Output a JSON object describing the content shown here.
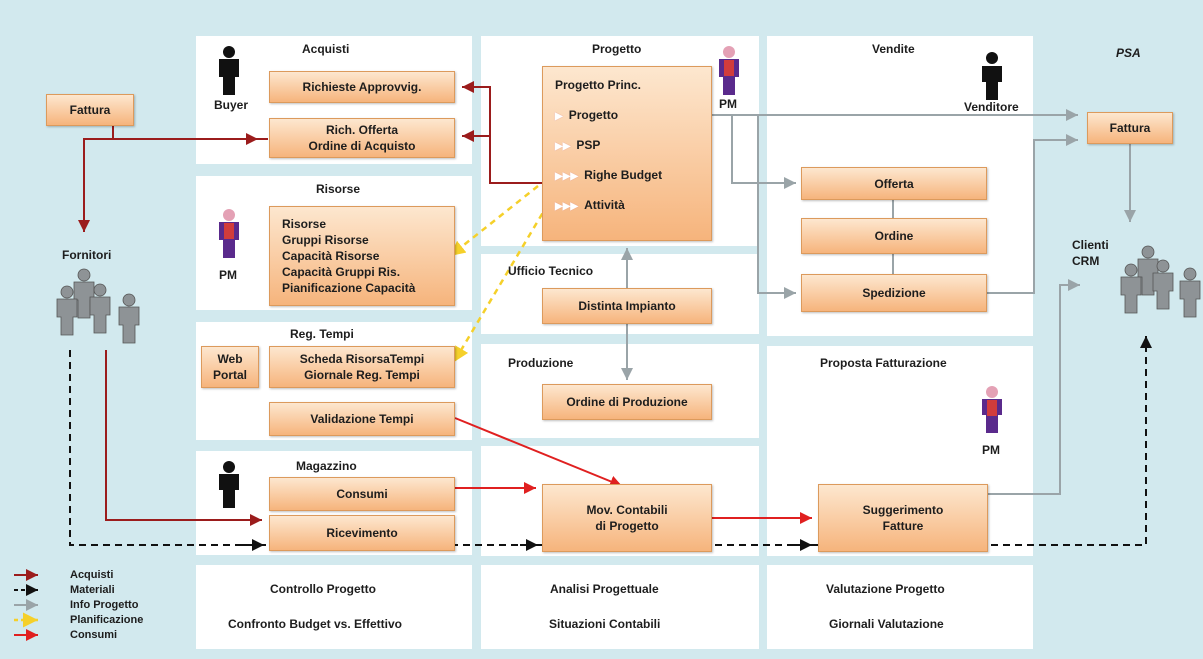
{
  "labels": {
    "psa": "PSA",
    "acquisti": "Acquisti",
    "buyer": "Buyer",
    "progetto": "Progetto",
    "pm": "PM",
    "vendite": "Vendite",
    "venditore": "Venditore",
    "risorse": "Risorse",
    "fornitori": "Fornitori",
    "clienti": "Clienti",
    "crm": "CRM",
    "reg_tempi": "Reg. Tempi",
    "ufficio_tecnico": "Ufficio Tecnico",
    "produzione": "Produzione",
    "proposta_fatturazione": "Proposta Fatturazione",
    "magazzino": "Magazzino"
  },
  "boxes": {
    "fattura_left": "Fattura",
    "richieste": "Richieste Approvvig.",
    "rich_offerta": [
      "Rich. Offerta",
      "Ordine di Acquisto"
    ],
    "progetto_princ": {
      "title": "Progetto Princ.",
      "items": [
        "Progetto",
        "PSP",
        "Righe Budget",
        "Attività"
      ]
    },
    "fattura_right": "Fattura",
    "risorse_list": [
      "Risorse",
      "Gruppi Risorse",
      "Capacità Risorse",
      "Capacità Gruppi Ris.",
      "Pianificazione Capacità"
    ],
    "offerta": "Offerta",
    "ordine": "Ordine",
    "spedizione": "Spedizione",
    "distinta": "Distinta Impianto",
    "web_portal": [
      "Web",
      "Portal"
    ],
    "scheda": [
      "Scheda RisorsaTempi",
      "Giornale Reg. Tempi"
    ],
    "validazione": "Validazione Tempi",
    "ordine_produzione": "Ordine di Produzione",
    "consumi": "Consumi",
    "ricevimento": "Ricevimento",
    "mov_contabili": [
      "Mov. Contabili",
      "di Progetto"
    ],
    "suggerimento": [
      "Suggerimento",
      "Fatture"
    ]
  },
  "bottom": [
    {
      "title": "Controllo Progetto",
      "sub": "Confronto Budget vs. Effettivo"
    },
    {
      "title": "Analisi Progettuale",
      "sub": "Situazioni Contabili"
    },
    {
      "title": "Valutazione Progetto",
      "sub": "Giornali Valutazione"
    }
  ],
  "legend": [
    {
      "label": "Acquisti",
      "color": "#9b1c1c",
      "dashed": false
    },
    {
      "label": "Materiali",
      "color": "#111111",
      "dashed": true
    },
    {
      "label": "Info Progetto",
      "color": "#9aa4a8",
      "dashed": false
    },
    {
      "label": "Planificazione",
      "color": "#f5d02a",
      "dashed": true
    },
    {
      "label": "Consumi",
      "color": "#e02020",
      "dashed": false
    }
  ],
  "colors": {
    "acquisti": "#9b1c1c",
    "materiali": "#111111",
    "info": "#9aa4a8",
    "planificazione": "#f5d02a",
    "consumi": "#e02020",
    "pm_body": "#5a2a8c",
    "pm_accent": "#d13c3c",
    "box_fill": "#f6b47c",
    "background": "#d2e9ee"
  },
  "icons": [
    "person-icon",
    "person-group-icon",
    "triangle-bullet-icon",
    "arrow-icon"
  ]
}
